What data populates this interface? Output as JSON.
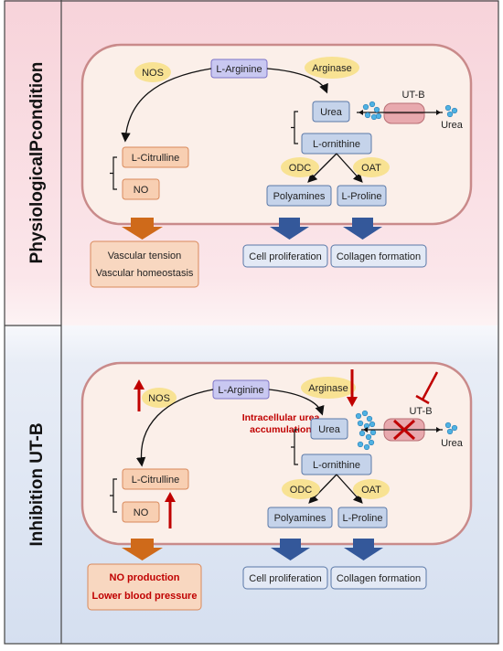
{
  "panels": {
    "top": {
      "side_label": "PhysiologicalPcondition",
      "nodes": {
        "nos": "NOS",
        "l_arginine": "L-Arginine",
        "arginase": "Arginase",
        "urea": "Urea",
        "ut_b": "UT-B",
        "urea_out": "Urea",
        "l_ornithine": "L-ornithine",
        "odc": "ODC",
        "oat": "OAT",
        "l_citrulline": "L-Citrulline",
        "no": "NO",
        "polyamines": "Polyamines",
        "l_proline": "L-Proline"
      },
      "outcomes": {
        "vascular_line1": "Vascular tension",
        "vascular_line2": "Vascular homeostasis",
        "cell_proliferation": "Cell proliferation",
        "collagen_formation": "Collagen formation"
      }
    },
    "bottom": {
      "side_label": "Inhibition UT-B",
      "nodes": {
        "nos": "NOS",
        "l_arginine": "L-Arginine",
        "arginase": "Arginase",
        "accumulation_line1": "Intracellular urea",
        "accumulation_line2": "accumulation",
        "urea": "Urea",
        "ut_b": "UT-B",
        "urea_out": "Urea",
        "l_ornithine": "L-ornithine",
        "odc": "ODC",
        "oat": "OAT",
        "l_citrulline": "L-Citrulline",
        "no": "NO",
        "polyamines": "Polyamines",
        "l_proline": "L-Proline"
      },
      "outcomes": {
        "no_line1": "NO production",
        "no_line2": "Lower blood pressure",
        "cell_proliferation": "Cell proliferation",
        "collagen_formation": "Collagen formation"
      }
    }
  },
  "colors": {
    "top_bg": "#f8d9df",
    "bottom_bg": "#dde5f1",
    "cell_fill": "#fbefe9",
    "cell_border": "#c98a8a",
    "blue_box": "#c5d3ea",
    "blue_border": "#5a78a8",
    "purple_box": "#c9c8f1",
    "purple_border": "#7d74c8",
    "orange_box": "#f8cfb2",
    "orange_border": "#d98a5c",
    "enzyme": "#f8e293",
    "orange_arrow": "#cf6a1a",
    "blue_arrow": "#34589a",
    "red": "#c00000",
    "channel": "#e8a9ae"
  }
}
